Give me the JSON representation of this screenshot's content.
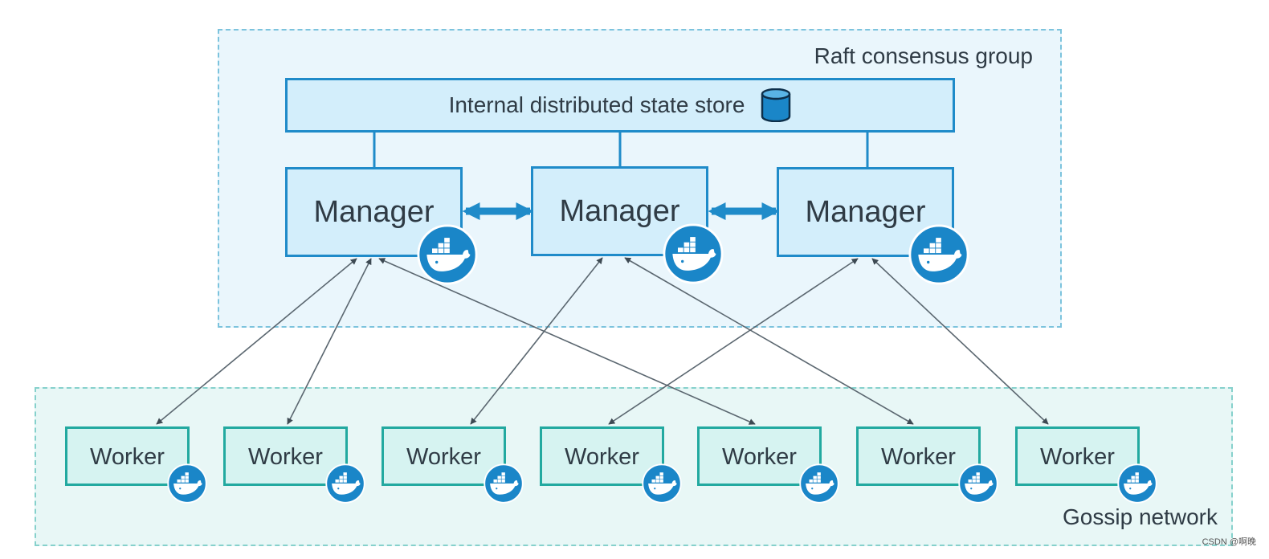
{
  "regions": {
    "raft": {
      "label": "Raft consensus group"
    },
    "gossip": {
      "label": "Gossip network"
    }
  },
  "store": {
    "label": "Internal distributed state store",
    "icon": "database-icon"
  },
  "managers": [
    {
      "label": "Manager",
      "icon": "docker-whale-icon"
    },
    {
      "label": "Manager",
      "icon": "docker-whale-icon"
    },
    {
      "label": "Manager",
      "icon": "docker-whale-icon"
    }
  ],
  "workers": [
    {
      "label": "Worker",
      "icon": "docker-whale-icon"
    },
    {
      "label": "Worker",
      "icon": "docker-whale-icon"
    },
    {
      "label": "Worker",
      "icon": "docker-whale-icon"
    },
    {
      "label": "Worker",
      "icon": "docker-whale-icon"
    },
    {
      "label": "Worker",
      "icon": "docker-whale-icon"
    },
    {
      "label": "Worker",
      "icon": "docker-whale-icon"
    },
    {
      "label": "Worker",
      "icon": "docker-whale-icon"
    }
  ],
  "connections": [
    {
      "from": "manager-1",
      "to": "worker-1"
    },
    {
      "from": "manager-1",
      "to": "worker-2"
    },
    {
      "from": "manager-1",
      "to": "worker-5"
    },
    {
      "from": "manager-2",
      "to": "worker-3"
    },
    {
      "from": "manager-2",
      "to": "worker-6"
    },
    {
      "from": "manager-3",
      "to": "worker-4"
    },
    {
      "from": "manager-3",
      "to": "worker-7"
    }
  ],
  "credit": "CSDN @啊晚",
  "colors": {
    "manager_border": "#1f8bc9",
    "worker_border": "#22a9a0",
    "whale_bg": "#1a86c8",
    "link": "#5b6770"
  }
}
